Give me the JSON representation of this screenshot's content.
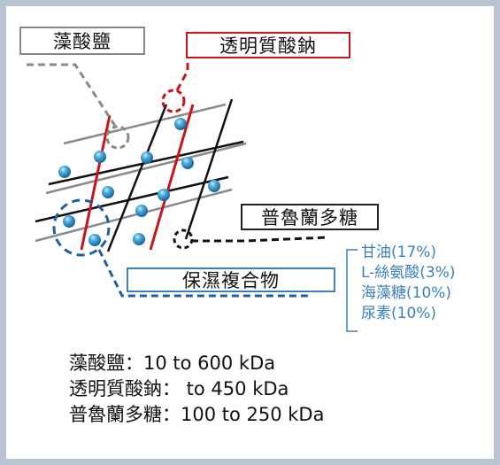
{
  "labels": {
    "alginate": "藻酸鹽",
    "hyaluronate": "透明質酸鈉",
    "pullulan": "普魯蘭多糖",
    "moisturizing_complex": "保濕複合物"
  },
  "ingredients": [
    "甘油(17%)",
    "L-絲氨酸(3%)",
    "海藻糖(10%)",
    "尿素(10%)"
  ],
  "molecular_weights": [
    "藻酸鹽：10 to 600 kDa",
    "透明質酸鈉： to 450 kDa",
    "普魯蘭多糖：100 to 250 kDa"
  ],
  "colors": {
    "alginate": "#8a8a8a",
    "hyaluronate": "#c9141b",
    "pullulan": "#111111",
    "moisture": "#3a7fc0",
    "frame": "#b9c3d2"
  }
}
